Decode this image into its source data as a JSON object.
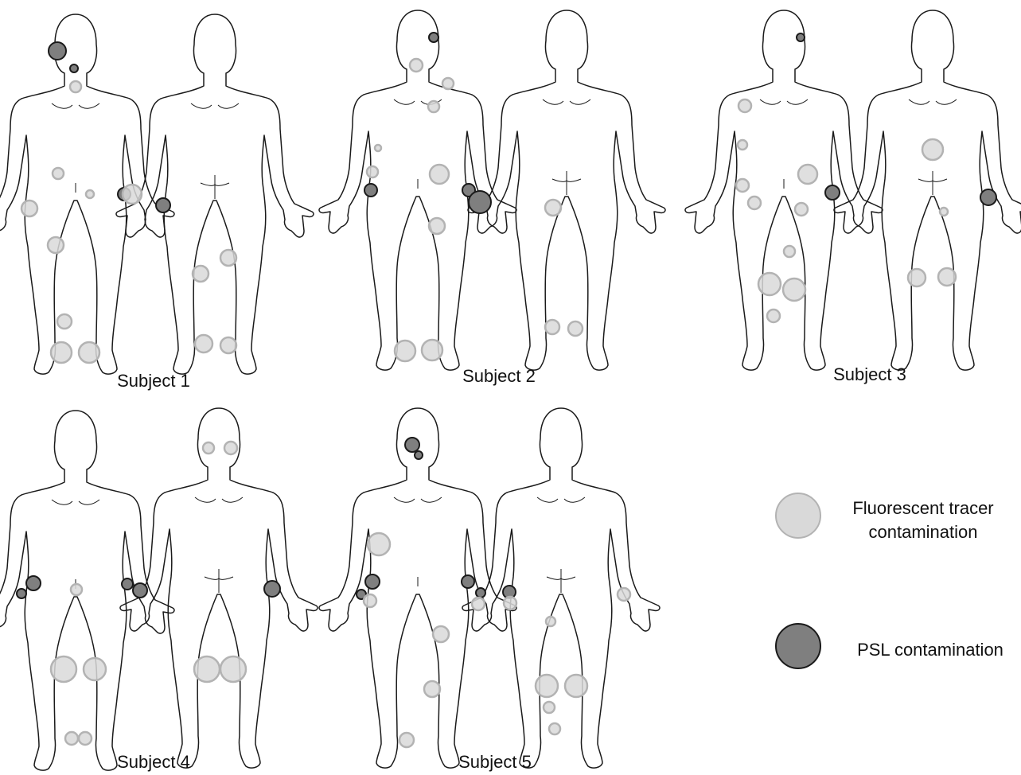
{
  "colors": {
    "outline": "#1a1a1a",
    "fluorescent_fill": "#d9d9d9",
    "fluorescent_stroke": "#b3b3b3",
    "psl_fill": "#7f7f7f",
    "psl_stroke": "#1a1a1a"
  },
  "subjects": [
    {
      "label": "Subject 1",
      "spots": [
        {
          "type": "psl",
          "v": "front",
          "r": "head-left"
        },
        {
          "type": "psl",
          "v": "front",
          "r": "neck"
        },
        {
          "type": "fluor",
          "v": "front",
          "r": "upper-chest"
        },
        {
          "type": "fluor",
          "v": "front",
          "r": "abdomen-left"
        },
        {
          "type": "fluor",
          "v": "front",
          "r": "lower-abdomen"
        },
        {
          "type": "psl",
          "v": "front",
          "r": "right-wrist"
        },
        {
          "type": "fluor",
          "v": "front",
          "r": "right-wrist"
        },
        {
          "type": "psl",
          "v": "front",
          "r": "right-hand"
        },
        {
          "type": "fluor",
          "v": "front",
          "r": "left-hand"
        },
        {
          "type": "fluor",
          "v": "front",
          "r": "left-thigh"
        },
        {
          "type": "fluor",
          "v": "front",
          "r": "left-shin"
        },
        {
          "type": "fluor",
          "v": "front",
          "r": "left-foot"
        },
        {
          "type": "fluor",
          "v": "front",
          "r": "right-foot"
        },
        {
          "type": "fluor",
          "v": "back",
          "r": "left-knee"
        },
        {
          "type": "fluor",
          "v": "back",
          "r": "right-knee"
        },
        {
          "type": "fluor",
          "v": "back",
          "r": "left-heel"
        },
        {
          "type": "fluor",
          "v": "back",
          "r": "right-heel"
        }
      ]
    },
    {
      "label": "Subject 2",
      "spots": [
        {
          "type": "psl",
          "v": "front",
          "r": "right-ear"
        },
        {
          "type": "fluor",
          "v": "front",
          "r": "neck-left"
        },
        {
          "type": "fluor",
          "v": "front",
          "r": "right-shoulder"
        },
        {
          "type": "fluor",
          "v": "front",
          "r": "right-chest"
        },
        {
          "type": "fluor",
          "v": "front",
          "r": "left-forearm"
        },
        {
          "type": "fluor",
          "v": "front",
          "r": "left-wrist"
        },
        {
          "type": "psl",
          "v": "front",
          "r": "left-hand"
        },
        {
          "type": "fluor",
          "v": "front",
          "r": "right-hip"
        },
        {
          "type": "psl",
          "v": "front",
          "r": "right-wrist"
        },
        {
          "type": "psl",
          "v": "front",
          "r": "right-hand"
        },
        {
          "type": "fluor",
          "v": "front",
          "r": "right-thigh"
        },
        {
          "type": "fluor",
          "v": "front",
          "r": "left-foot"
        },
        {
          "type": "fluor",
          "v": "front",
          "r": "right-foot"
        },
        {
          "type": "fluor",
          "v": "back",
          "r": "buttock-left"
        },
        {
          "type": "fluor",
          "v": "back",
          "r": "left-ankle"
        },
        {
          "type": "fluor",
          "v": "back",
          "r": "right-ankle"
        }
      ]
    },
    {
      "label": "Subject 3",
      "spots": [
        {
          "type": "psl",
          "v": "front",
          "r": "right-ear"
        },
        {
          "type": "fluor",
          "v": "front",
          "r": "left-upper-arm"
        },
        {
          "type": "fluor",
          "v": "front",
          "r": "left-elbow"
        },
        {
          "type": "fluor",
          "v": "front",
          "r": "left-forearm"
        },
        {
          "type": "fluor",
          "v": "front",
          "r": "left-hand"
        },
        {
          "type": "fluor",
          "v": "front",
          "r": "right-hip"
        },
        {
          "type": "fluor",
          "v": "front",
          "r": "right-thigh"
        },
        {
          "type": "psl",
          "v": "front",
          "r": "right-wrist"
        },
        {
          "type": "fluor",
          "v": "front",
          "r": "right-upper-thigh"
        },
        {
          "type": "fluor",
          "v": "front",
          "r": "left-knee"
        },
        {
          "type": "fluor",
          "v": "front",
          "r": "right-knee"
        },
        {
          "type": "fluor",
          "v": "front",
          "r": "left-shin"
        },
        {
          "type": "fluor",
          "v": "back",
          "r": "lower-back"
        },
        {
          "type": "fluor",
          "v": "back",
          "r": "buttock-right"
        },
        {
          "type": "psl",
          "v": "back",
          "r": "right-hand"
        },
        {
          "type": "fluor",
          "v": "back",
          "r": "left-calf"
        },
        {
          "type": "fluor",
          "v": "back",
          "r": "right-calf"
        }
      ]
    },
    {
      "label": "Subject 4",
      "spots": [
        {
          "type": "psl",
          "v": "front",
          "r": "left-wrist"
        },
        {
          "type": "psl",
          "v": "front",
          "r": "left-hand"
        },
        {
          "type": "fluor",
          "v": "front",
          "r": "groin"
        },
        {
          "type": "psl",
          "v": "front",
          "r": "right-wrist"
        },
        {
          "type": "psl",
          "v": "front",
          "r": "right-hand"
        },
        {
          "type": "fluor",
          "v": "front",
          "r": "left-knee"
        },
        {
          "type": "fluor",
          "v": "front",
          "r": "right-knee"
        },
        {
          "type": "fluor",
          "v": "front",
          "r": "left-foot"
        },
        {
          "type": "fluor",
          "v": "front",
          "r": "right-foot"
        },
        {
          "type": "fluor",
          "v": "back",
          "r": "neck-left"
        },
        {
          "type": "fluor",
          "v": "back",
          "r": "neck-right"
        },
        {
          "type": "psl",
          "v": "back",
          "r": "right-hand"
        },
        {
          "type": "fluor",
          "v": "back",
          "r": "left-knee"
        },
        {
          "type": "fluor",
          "v": "back",
          "r": "right-knee"
        }
      ]
    },
    {
      "label": "Subject 5",
      "spots": [
        {
          "type": "psl",
          "v": "front",
          "r": "cheek"
        },
        {
          "type": "psl",
          "v": "front",
          "r": "chin"
        },
        {
          "type": "fluor",
          "v": "front",
          "r": "left-upper-arm"
        },
        {
          "type": "psl",
          "v": "front",
          "r": "left-forearm"
        },
        {
          "type": "psl",
          "v": "front",
          "r": "left-hand"
        },
        {
          "type": "fluor",
          "v": "front",
          "r": "left-palm"
        },
        {
          "type": "psl",
          "v": "front",
          "r": "right-wrist"
        },
        {
          "type": "psl",
          "v": "front",
          "r": "right-hand"
        },
        {
          "type": "fluor",
          "v": "front",
          "r": "right-palm"
        },
        {
          "type": "fluor",
          "v": "front",
          "r": "right-thigh"
        },
        {
          "type": "fluor",
          "v": "front",
          "r": "right-shin"
        },
        {
          "type": "fluor",
          "v": "front",
          "r": "left-foot"
        },
        {
          "type": "psl",
          "v": "back",
          "r": "left-hand"
        },
        {
          "type": "fluor",
          "v": "back",
          "r": "left-palm"
        },
        {
          "type": "fluor",
          "v": "back",
          "r": "right-hand"
        },
        {
          "type": "fluor",
          "v": "back",
          "r": "left-thigh"
        },
        {
          "type": "fluor",
          "v": "back",
          "r": "left-knee"
        },
        {
          "type": "fluor",
          "v": "back",
          "r": "right-knee"
        },
        {
          "type": "fluor",
          "v": "back",
          "r": "left-calf"
        },
        {
          "type": "fluor",
          "v": "back",
          "r": "left-ankle"
        }
      ]
    }
  ],
  "legend": {
    "fluorescent": "Fluorescent tracer contamination",
    "fluorescent_line1": "Fluorescent tracer",
    "fluorescent_line2": "contamination",
    "psl": "PSL contamination"
  }
}
